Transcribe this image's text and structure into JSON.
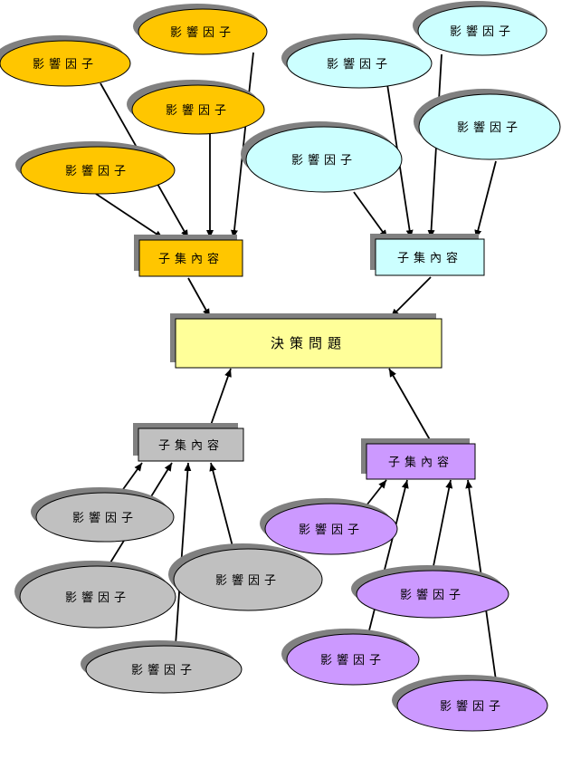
{
  "central_problem": "決策問題",
  "factor_label": "影響因子",
  "groups": [
    {
      "id": "yellow",
      "subgoal_label": "子集內容",
      "color": "#ffc600",
      "factors": [
        "影響因子",
        "影響因子",
        "影響因子",
        "影響因子"
      ]
    },
    {
      "id": "cyan",
      "subgoal_label": "子集內容",
      "color": "#ccffff",
      "factors": [
        "影響因子",
        "影響因子",
        "影響因子",
        "影響因子"
      ]
    },
    {
      "id": "gray",
      "subgoal_label": "子集內容",
      "color": "#c0c0c0",
      "factors": [
        "影響因子",
        "影響因子",
        "影響因子",
        "影響因子"
      ]
    },
    {
      "id": "purple",
      "subgoal_label": "子集內容",
      "color": "#cc99ff",
      "factors": [
        "影響因子",
        "影響因子",
        "影響因子",
        "影響因子"
      ]
    }
  ],
  "colors": {
    "central_fill": "#ffff99",
    "shadow": "#808080",
    "stroke": "#000000"
  }
}
